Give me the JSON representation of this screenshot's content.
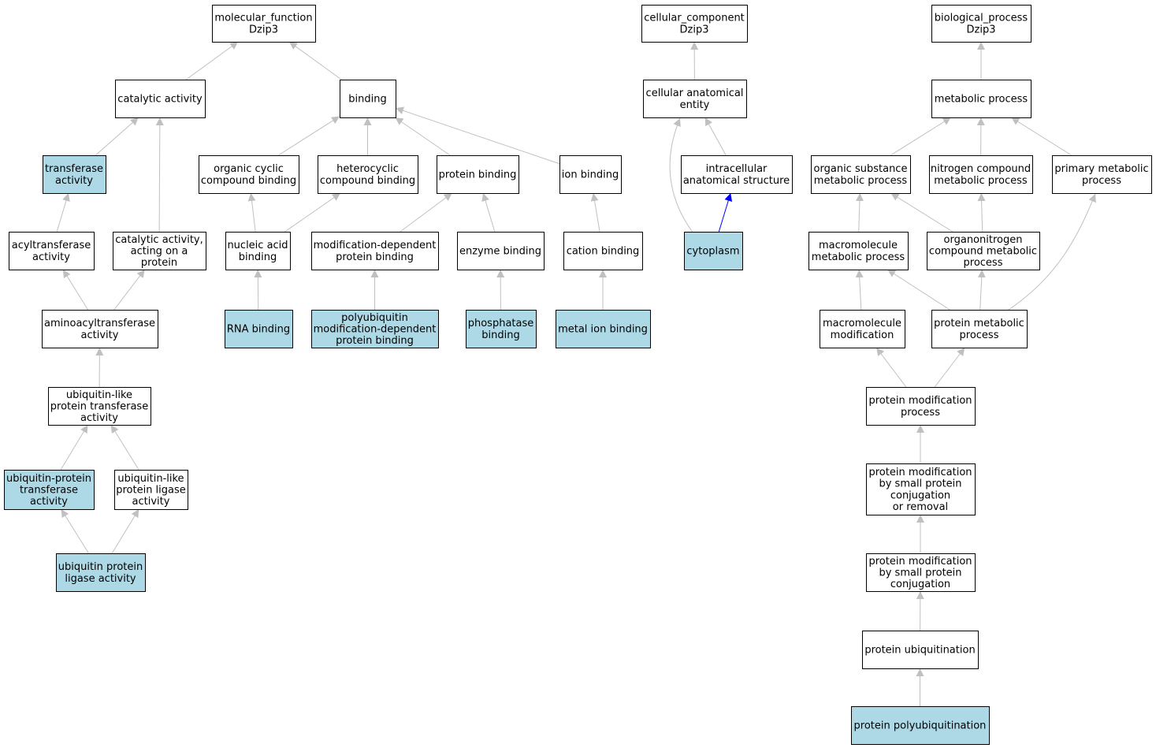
{
  "colors": {
    "highlight_fill": "#add8e6",
    "normal_fill": "#ffffff",
    "edge_gray": "#c0c0c0",
    "edge_blue": "#0000ff",
    "border": "#000000"
  },
  "nodes": [
    {
      "id": "mf",
      "lines": [
        "molecular_function",
        "Dzip3"
      ],
      "highlight": false
    },
    {
      "id": "catalytic",
      "lines": [
        "catalytic activity"
      ],
      "highlight": false
    },
    {
      "id": "binding",
      "lines": [
        "binding"
      ],
      "highlight": false
    },
    {
      "id": "transferase",
      "lines": [
        "transferase",
        "activity"
      ],
      "highlight": true
    },
    {
      "id": "orgcyclic",
      "lines": [
        "organic cyclic",
        "compound binding"
      ],
      "highlight": false
    },
    {
      "id": "heterocyclic",
      "lines": [
        "heterocyclic",
        "compound binding"
      ],
      "highlight": false
    },
    {
      "id": "protbind",
      "lines": [
        "protein binding"
      ],
      "highlight": false
    },
    {
      "id": "ionbind",
      "lines": [
        "ion binding"
      ],
      "highlight": false
    },
    {
      "id": "acyltrans",
      "lines": [
        "acyltransferase",
        "activity"
      ],
      "highlight": false
    },
    {
      "id": "catprot",
      "lines": [
        "catalytic activity,",
        "acting on a",
        "protein"
      ],
      "highlight": false
    },
    {
      "id": "nucacid",
      "lines": [
        "nucleic acid",
        "binding"
      ],
      "highlight": false
    },
    {
      "id": "moddep",
      "lines": [
        "modification-dependent",
        "protein binding"
      ],
      "highlight": false
    },
    {
      "id": "enzyme",
      "lines": [
        "enzyme binding"
      ],
      "highlight": false
    },
    {
      "id": "cation",
      "lines": [
        "cation binding"
      ],
      "highlight": false
    },
    {
      "id": "aminoacyl",
      "lines": [
        "aminoacyltransferase",
        "activity"
      ],
      "highlight": false
    },
    {
      "id": "rna",
      "lines": [
        "RNA binding"
      ],
      "highlight": true
    },
    {
      "id": "polyubmod",
      "lines": [
        "polyubiquitin",
        "modification-dependent",
        "protein binding"
      ],
      "highlight": true
    },
    {
      "id": "phosphatase",
      "lines": [
        "phosphatase",
        "binding"
      ],
      "highlight": true
    },
    {
      "id": "metalion",
      "lines": [
        "metal ion binding"
      ],
      "highlight": true
    },
    {
      "id": "ubllike",
      "lines": [
        "ubiquitin-like",
        "protein transferase",
        "activity"
      ],
      "highlight": false
    },
    {
      "id": "ubprottrans",
      "lines": [
        "ubiquitin-protein",
        "transferase",
        "activity"
      ],
      "highlight": true
    },
    {
      "id": "ubligase",
      "lines": [
        "ubiquitin-like",
        "protein ligase",
        "activity"
      ],
      "highlight": false
    },
    {
      "id": "ubprotlig",
      "lines": [
        "ubiquitin protein",
        "ligase activity"
      ],
      "highlight": true
    },
    {
      "id": "cc",
      "lines": [
        "cellular_component",
        "Dzip3"
      ],
      "highlight": false
    },
    {
      "id": "cae",
      "lines": [
        "cellular anatomical",
        "entity"
      ],
      "highlight": false
    },
    {
      "id": "intracell",
      "lines": [
        "intracellular",
        "anatomical structure"
      ],
      "highlight": false
    },
    {
      "id": "cytoplasm",
      "lines": [
        "cytoplasm"
      ],
      "highlight": true
    },
    {
      "id": "bp",
      "lines": [
        "biological_process",
        "Dzip3"
      ],
      "highlight": false
    },
    {
      "id": "metab",
      "lines": [
        "metabolic process"
      ],
      "highlight": false
    },
    {
      "id": "orgsub",
      "lines": [
        "organic substance",
        "metabolic process"
      ],
      "highlight": false
    },
    {
      "id": "nitro",
      "lines": [
        "nitrogen compound",
        "metabolic process"
      ],
      "highlight": false
    },
    {
      "id": "primary",
      "lines": [
        "primary metabolic",
        "process"
      ],
      "highlight": false
    },
    {
      "id": "macromet",
      "lines": [
        "macromolecule",
        "metabolic process"
      ],
      "highlight": false
    },
    {
      "id": "organonitro",
      "lines": [
        "organonitrogen",
        "compound metabolic",
        "process"
      ],
      "highlight": false
    },
    {
      "id": "macromod",
      "lines": [
        "macromolecule",
        "modification"
      ],
      "highlight": false
    },
    {
      "id": "protmet",
      "lines": [
        "protein metabolic",
        "process"
      ],
      "highlight": false
    },
    {
      "id": "protmod",
      "lines": [
        "protein modification",
        "process"
      ],
      "highlight": false
    },
    {
      "id": "protmodsmall",
      "lines": [
        "protein modification",
        "by small protein",
        "conjugation",
        "or removal"
      ],
      "highlight": false
    },
    {
      "id": "protmodconj",
      "lines": [
        "protein modification",
        "by small protein",
        "conjugation"
      ],
      "highlight": false
    },
    {
      "id": "protubiq",
      "lines": [
        "protein ubiquitination"
      ],
      "highlight": false
    },
    {
      "id": "protpolyubiq",
      "lines": [
        "protein polyubiquitination"
      ],
      "highlight": true
    }
  ],
  "edges": [
    {
      "from": "catalytic",
      "to": "mf",
      "color": "gray"
    },
    {
      "from": "binding",
      "to": "mf",
      "color": "gray"
    },
    {
      "from": "transferase",
      "to": "catalytic",
      "color": "gray"
    },
    {
      "from": "catprot",
      "to": "catalytic",
      "color": "gray"
    },
    {
      "from": "orgcyclic",
      "to": "binding",
      "color": "gray"
    },
    {
      "from": "heterocyclic",
      "to": "binding",
      "color": "gray"
    },
    {
      "from": "protbind",
      "to": "binding",
      "color": "gray"
    },
    {
      "from": "ionbind",
      "to": "binding",
      "color": "gray"
    },
    {
      "from": "acyltrans",
      "to": "transferase",
      "color": "gray"
    },
    {
      "from": "nucacid",
      "to": "orgcyclic",
      "color": "gray"
    },
    {
      "from": "nucacid",
      "to": "heterocyclic",
      "color": "gray"
    },
    {
      "from": "moddep",
      "to": "protbind",
      "color": "gray"
    },
    {
      "from": "enzyme",
      "to": "protbind",
      "color": "gray"
    },
    {
      "from": "cation",
      "to": "ionbind",
      "color": "gray"
    },
    {
      "from": "aminoacyl",
      "to": "acyltrans",
      "color": "gray"
    },
    {
      "from": "aminoacyl",
      "to": "catprot",
      "color": "gray"
    },
    {
      "from": "rna",
      "to": "nucacid",
      "color": "gray"
    },
    {
      "from": "polyubmod",
      "to": "moddep",
      "color": "gray"
    },
    {
      "from": "phosphatase",
      "to": "enzyme",
      "color": "gray"
    },
    {
      "from": "metalion",
      "to": "cation",
      "color": "gray"
    },
    {
      "from": "ubllike",
      "to": "aminoacyl",
      "color": "gray"
    },
    {
      "from": "ubprottrans",
      "to": "ubllike",
      "color": "gray"
    },
    {
      "from": "ubligase",
      "to": "ubllike",
      "color": "gray"
    },
    {
      "from": "ubprotlig",
      "to": "ubprottrans",
      "color": "gray"
    },
    {
      "from": "ubprotlig",
      "to": "ubligase",
      "color": "gray"
    },
    {
      "from": "cae",
      "to": "cc",
      "color": "gray"
    },
    {
      "from": "intracell",
      "to": "cae",
      "color": "gray"
    },
    {
      "from": "cytoplasm",
      "to": "cae",
      "color": "gray",
      "curve": true
    },
    {
      "from": "cytoplasm",
      "to": "intracell",
      "color": "blue"
    },
    {
      "from": "metab",
      "to": "bp",
      "color": "gray"
    },
    {
      "from": "orgsub",
      "to": "metab",
      "color": "gray"
    },
    {
      "from": "nitro",
      "to": "metab",
      "color": "gray"
    },
    {
      "from": "primary",
      "to": "metab",
      "color": "gray"
    },
    {
      "from": "macromet",
      "to": "orgsub",
      "color": "gray"
    },
    {
      "from": "organonitro",
      "to": "orgsub",
      "color": "gray"
    },
    {
      "from": "organonitro",
      "to": "nitro",
      "color": "gray"
    },
    {
      "from": "macromod",
      "to": "macromet",
      "color": "gray"
    },
    {
      "from": "protmet",
      "to": "macromet",
      "color": "gray"
    },
    {
      "from": "protmet",
      "to": "organonitro",
      "color": "gray"
    },
    {
      "from": "protmet",
      "to": "primary",
      "color": "gray",
      "curve": true
    },
    {
      "from": "protmod",
      "to": "macromod",
      "color": "gray"
    },
    {
      "from": "protmod",
      "to": "protmet",
      "color": "gray"
    },
    {
      "from": "protmodsmall",
      "to": "protmod",
      "color": "gray"
    },
    {
      "from": "protmodconj",
      "to": "protmodsmall",
      "color": "gray"
    },
    {
      "from": "protubiq",
      "to": "protmodconj",
      "color": "gray"
    },
    {
      "from": "protpolyubiq",
      "to": "protubiq",
      "color": "gray"
    }
  ]
}
